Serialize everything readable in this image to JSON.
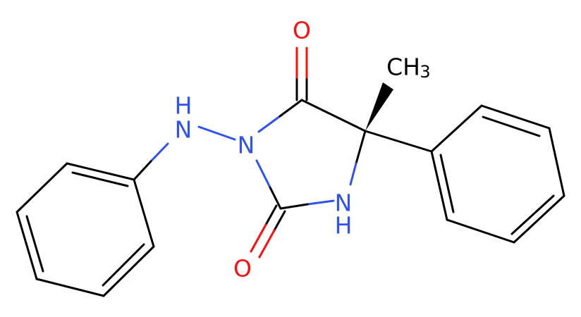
{
  "atoms": {
    "o_top": {
      "label": "O",
      "color": "#FF0D0D"
    },
    "o_bottom": {
      "label": "O",
      "color": "#FF0D0D"
    },
    "n_ring": {
      "label": "N",
      "color": "#3050F8"
    },
    "nh_left": {
      "label": "H",
      "n": "N",
      "color": "#3050F8"
    },
    "nh_right": {
      "label": "N",
      "h": "H",
      "color": "#3050F8"
    },
    "methyl": {
      "label": "CH",
      "sub": "3",
      "color": "#000000"
    }
  }
}
